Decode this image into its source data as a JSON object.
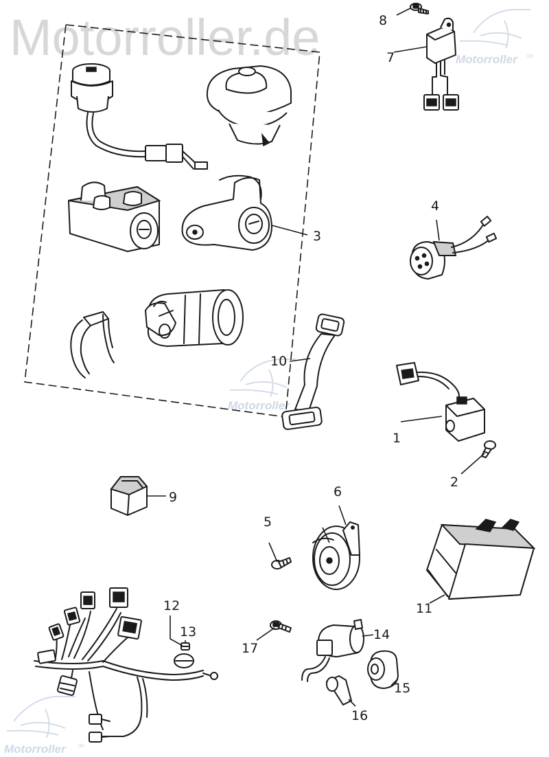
{
  "watermark": {
    "main": "Motorroller.de",
    "small": "Motorroller",
    "small_suffix": "de"
  },
  "callouts": [
    {
      "id": "c1",
      "label": "1"
    },
    {
      "id": "c2",
      "label": "2"
    },
    {
      "id": "c3",
      "label": "3"
    },
    {
      "id": "c4",
      "label": "4"
    },
    {
      "id": "c5",
      "label": "5"
    },
    {
      "id": "c6",
      "label": "6"
    },
    {
      "id": "c7",
      "label": "7"
    },
    {
      "id": "c8",
      "label": "8"
    },
    {
      "id": "c9",
      "label": "9"
    },
    {
      "id": "c10",
      "label": "10"
    },
    {
      "id": "c11",
      "label": "11"
    },
    {
      "id": "c12",
      "label": "12"
    },
    {
      "id": "c13",
      "label": "13"
    },
    {
      "id": "c14",
      "label": "14"
    },
    {
      "id": "c15",
      "label": "15"
    },
    {
      "id": "c16",
      "label": "16"
    },
    {
      "id": "c17",
      "label": "17"
    }
  ],
  "colors": {
    "line": "#1a1a1a",
    "watermark_text": "#d7d7d7",
    "watermark_logo": "#cfd8e6"
  }
}
